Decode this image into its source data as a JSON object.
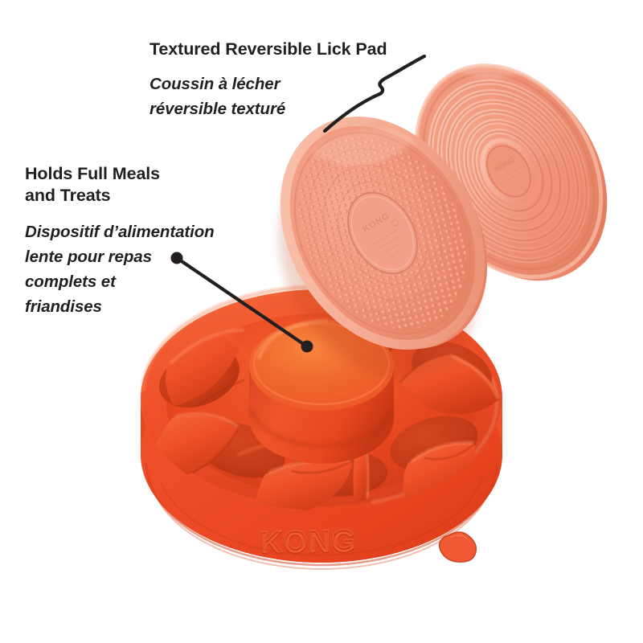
{
  "page": {
    "kind": "product-infographic",
    "brand": "KONG",
    "product": "Slow Feeder Dog Bowl with Reversible Lick Pad",
    "background_color": "#ffffff",
    "text_color": "#231f20"
  },
  "callouts": [
    {
      "id": "lick-pad",
      "headline": "Textured Reversible Lick Pad",
      "subline": "Coussin à lécher\nréversible texturé",
      "subline_lines": [
        "Coussin à lécher",
        "réversible texturé"
      ],
      "language_headline": "en",
      "language_subline": "fr",
      "leader": {
        "style": "curved-squiggle",
        "has_end_dot": false,
        "color": "#231f20"
      }
    },
    {
      "id": "meals-and-treats",
      "headline": "Holds Full Meals\nand Treats",
      "headline_lines": [
        "Holds Full Meals",
        "and Treats"
      ],
      "subline": "Dispositif d’alimentation lente pour repas complets et friandises",
      "subline_lines": [
        "Dispositif d’alimentation",
        "lente pour repas",
        "complets et",
        "friandises"
      ],
      "language_headline": "en",
      "language_subline": "fr",
      "leader": {
        "style": "straight-line",
        "has_start_dot": true,
        "has_end_dot": true,
        "color": "#231f20"
      }
    }
  ],
  "product_parts": [
    {
      "name": "slow-feeder-bowl",
      "color": "#ee4d28",
      "embossed_logo": "KONG",
      "embossed_mark": "kong-dog-silhouette",
      "features": [
        "raised-center-pedestal",
        "radial-maze-dividers",
        "thick-outer-rim"
      ]
    },
    {
      "name": "lick-pad-textured-side",
      "color": "#f3a088",
      "surface": "nubbed-texture",
      "medallion_text": "KONG"
    },
    {
      "name": "lick-pad-ridged-side",
      "color": "#f0957a",
      "surface": "concentric-rings",
      "medallion_text": "KONG"
    }
  ],
  "colors": {
    "bowl_orange": "#ee4d28",
    "bowl_orange_light": "#f2662e",
    "bowl_orange_dark": "#c93a18",
    "pad_coral": "#f3a088",
    "pad_coral_dark": "#e8714f",
    "pad_rim": "#f6b49d",
    "ink": "#231f20",
    "background": "#ffffff"
  }
}
